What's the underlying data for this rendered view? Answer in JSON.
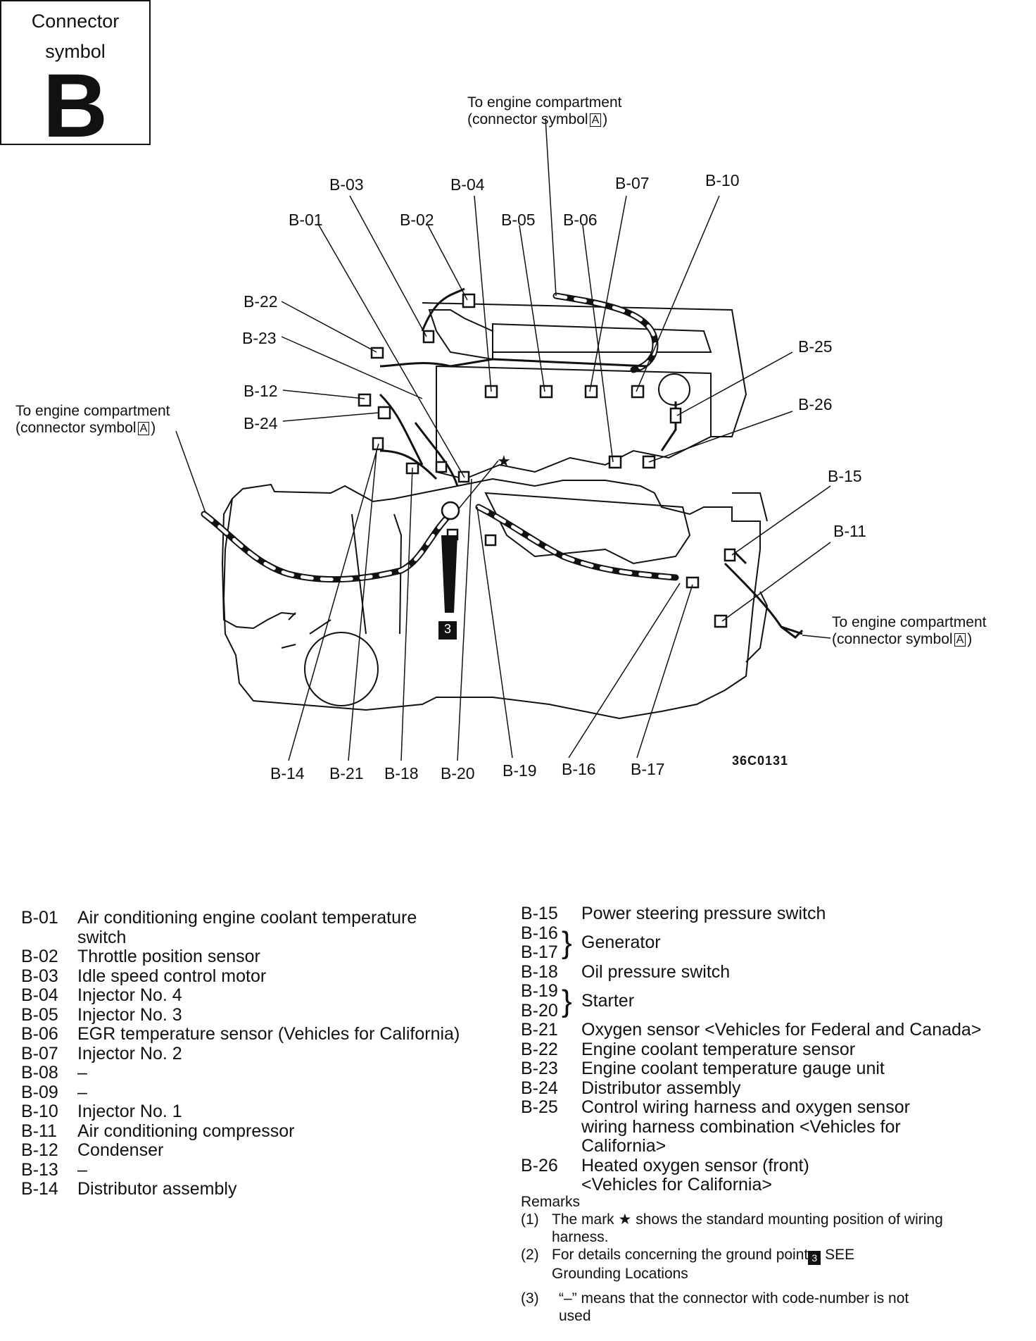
{
  "symbol": {
    "caption_line1": "Connector",
    "caption_line2": "symbol",
    "letter": "B"
  },
  "annotations": {
    "engine_comp_top_line1": "To engine compartment",
    "engine_comp_top_line2": "(connector symbol",
    "engine_comp_left_line1": "To engine compartment",
    "engine_comp_left_line2": "(connector symbol",
    "engine_comp_right_line1": "To engine compartment",
    "engine_comp_right_line2": "(connector symbol",
    "connector_letter": "A",
    "figure_code": "36C0131",
    "ground_point": "3"
  },
  "diagram_labels": {
    "b01": "B-01",
    "b02": "B-02",
    "b03": "B-03",
    "b04": "B-04",
    "b05": "B-05",
    "b06": "B-06",
    "b07": "B-07",
    "b10": "B-10",
    "b11": "B-11",
    "b12": "B-12",
    "b14": "B-14",
    "b15": "B-15",
    "b16": "B-16",
    "b17": "B-17",
    "b18": "B-18",
    "b19": "B-19",
    "b20": "B-20",
    "b21": "B-21",
    "b22": "B-22",
    "b23": "B-23",
    "b24": "B-24",
    "b25": "B-25",
    "b26": "B-26"
  },
  "legend_left": [
    {
      "code": "B-01",
      "desc": "Air conditioning engine coolant temperature",
      "desc2": "switch"
    },
    {
      "code": "B-02",
      "desc": "Throttle position sensor"
    },
    {
      "code": "B-03",
      "desc": "Idle speed control motor"
    },
    {
      "code": "B-04",
      "desc": "Injector No. 4"
    },
    {
      "code": "B-05",
      "desc": "Injector No. 3"
    },
    {
      "code": "B-06",
      "desc": "EGR temperature sensor (Vehicles for California)"
    },
    {
      "code": "B-07",
      "desc": "Injector No. 2"
    },
    {
      "code": "B-08",
      "desc": "–"
    },
    {
      "code": "B-09",
      "desc": "–"
    },
    {
      "code": "B-10",
      "desc": "Injector No. 1"
    },
    {
      "code": "B-11",
      "desc": "Air conditioning compressor"
    },
    {
      "code": "B-12",
      "desc": "Condenser"
    },
    {
      "code": "B-13",
      "desc": "–"
    },
    {
      "code": "B-14",
      "desc": "Distributor assembly"
    }
  ],
  "legend_right": {
    "b15_code": "B-15",
    "b15_desc": "Power steering pressure switch",
    "b16_code": "B-16",
    "b17_code": "B-17",
    "generator": "Generator",
    "b18_code": "B-18",
    "b18_desc": "Oil pressure switch",
    "b19_code": "B-19",
    "b20_code": "B-20",
    "starter": "Starter",
    "b21_code": "B-21",
    "b21_desc": "Oxygen sensor <Vehicles for Federal and Canada>",
    "b22_code": "B-22",
    "b22_desc": "Engine coolant temperature sensor",
    "b23_code": "B-23",
    "b23_desc": "Engine coolant temperature gauge unit",
    "b24_code": "B-24",
    "b24_desc": "Distributor assembly",
    "b25_code": "B-25",
    "b25_desc1": "Control wiring harness and oxygen sensor",
    "b25_desc2": "wiring harness combination <Vehicles for",
    "b25_desc3": "California>",
    "b26_code": "B-26",
    "b26_desc1": "Heated oxygen sensor (front)",
    "b26_desc2": "<Vehicles for California>"
  },
  "remarks": {
    "title": "Remarks",
    "r1_num": "(1)",
    "r1_a": "The mark",
    "r1_star": "★",
    "r1_b": "shows the standard mounting position of wiring",
    "r1_c": "harness.",
    "r2_num": "(2)",
    "r2_a": "For details concerning the ground point",
    "r2_box": "3",
    "r2_b": "SEE",
    "r2_c": "Grounding Locations",
    "r3_num": "(3)",
    "r3_a": "“–” means that the connector with code-number is not",
    "r3_b": "used"
  }
}
